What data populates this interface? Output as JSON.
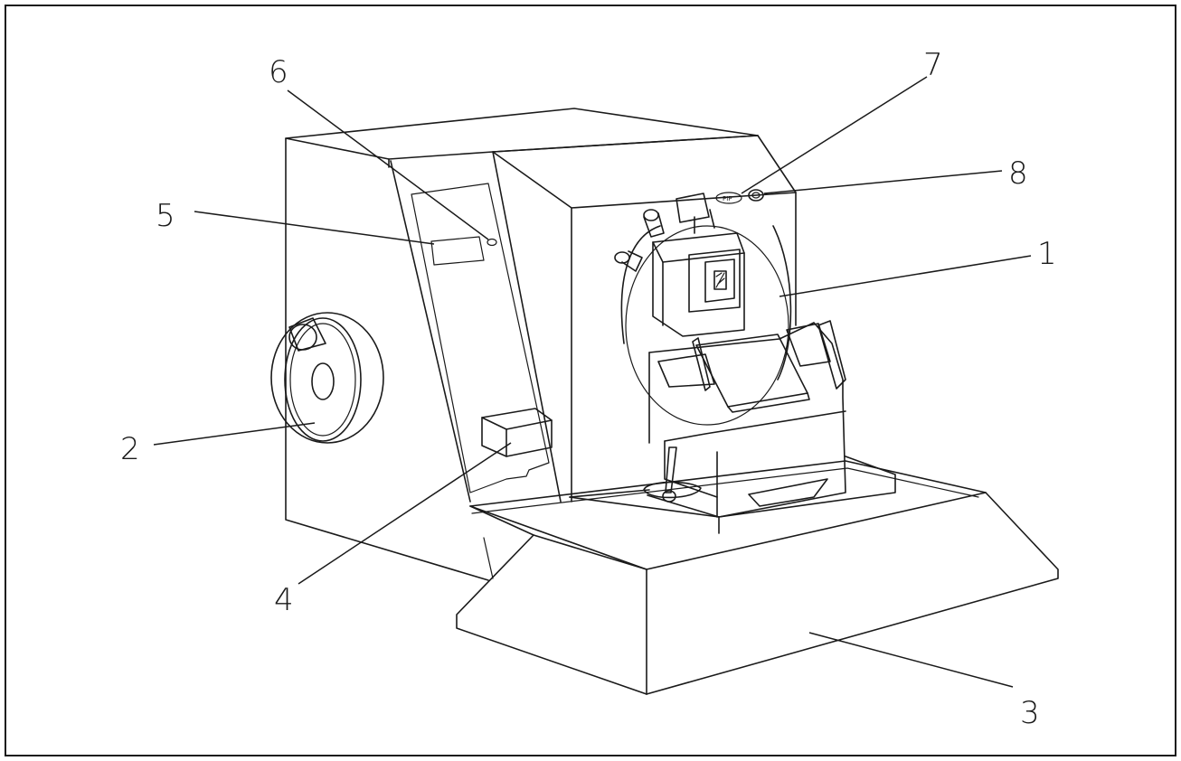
{
  "callouts": [
    {
      "id": "1",
      "text": "1"
    },
    {
      "id": "2",
      "text": "2"
    },
    {
      "id": "3",
      "text": "3"
    },
    {
      "id": "4",
      "text": "4"
    },
    {
      "id": "5",
      "text": "5"
    },
    {
      "id": "6",
      "text": "6"
    },
    {
      "id": "7",
      "text": "7"
    },
    {
      "id": "8",
      "text": "8"
    }
  ],
  "switch_text": "PIP",
  "colors": {
    "stroke": "#1a1a1a",
    "background": "#ffffff"
  }
}
